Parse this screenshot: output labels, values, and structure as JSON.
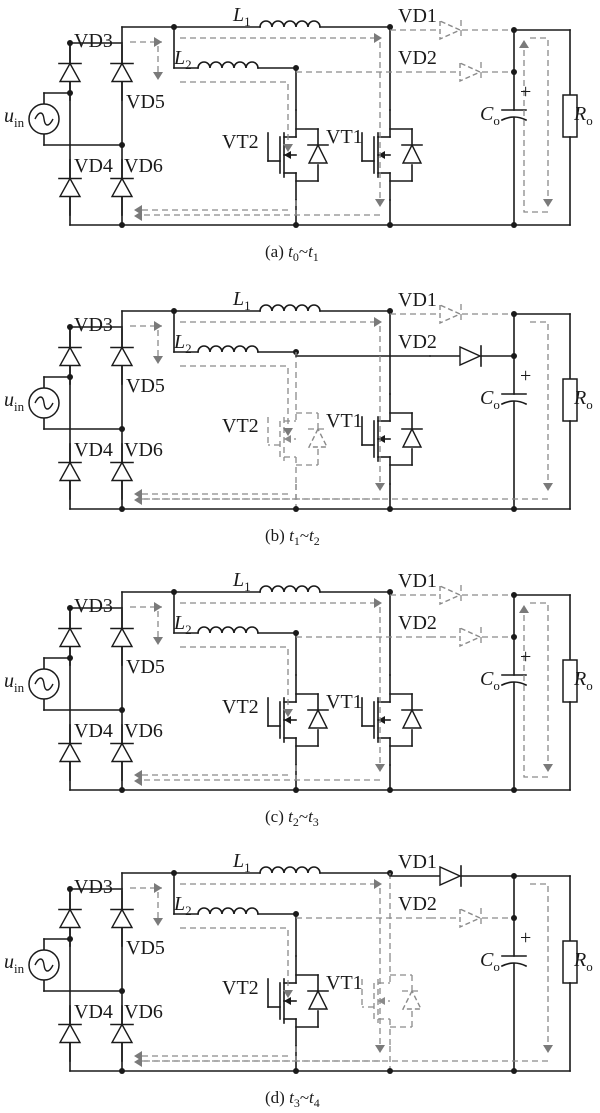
{
  "labels": {
    "L1": "L",
    "L1_sub": "1",
    "L2": "L",
    "L2_sub": "2",
    "VD1": "VD1",
    "VD2": "VD2",
    "VD3": "VD3",
    "VD4": "VD4",
    "VD5": "VD5",
    "VD6": "VD6",
    "VT1": "VT1",
    "VT2": "VT2",
    "Co": "C",
    "Co_sub": "o",
    "Ro": "R",
    "Ro_sub": "o",
    "uin": "u",
    "uin_sub": "in",
    "plus": "+"
  },
  "panels": [
    {
      "id": "a",
      "caption": {
        "tag": "(a)",
        "t_a": "t",
        "t_a_sub": "0",
        "sep": "~",
        "t_b": "t",
        "t_b_sub": "1"
      },
      "VD1_on": false,
      "VD2_on": false,
      "VT1_on": true,
      "VT2_on": true
    },
    {
      "id": "b",
      "caption": {
        "tag": "(b)",
        "t_a": "t",
        "t_a_sub": "1",
        "sep": "~",
        "t_b": "t",
        "t_b_sub": "2"
      },
      "VD1_on": false,
      "VD2_on": true,
      "VT1_on": true,
      "VT2_on": false
    },
    {
      "id": "c",
      "caption": {
        "tag": "(c)",
        "t_a": "t",
        "t_a_sub": "2",
        "sep": "~",
        "t_b": "t",
        "t_b_sub": "3"
      },
      "VD1_on": false,
      "VD2_on": false,
      "VT1_on": true,
      "VT2_on": true
    },
    {
      "id": "d",
      "caption": {
        "tag": "(d)",
        "t_a": "t",
        "t_a_sub": "3",
        "sep": "~",
        "t_b": "t",
        "t_b_sub": "4"
      },
      "VD1_on": true,
      "VD2_on": false,
      "VT1_on": false,
      "VT2_on": true
    }
  ]
}
